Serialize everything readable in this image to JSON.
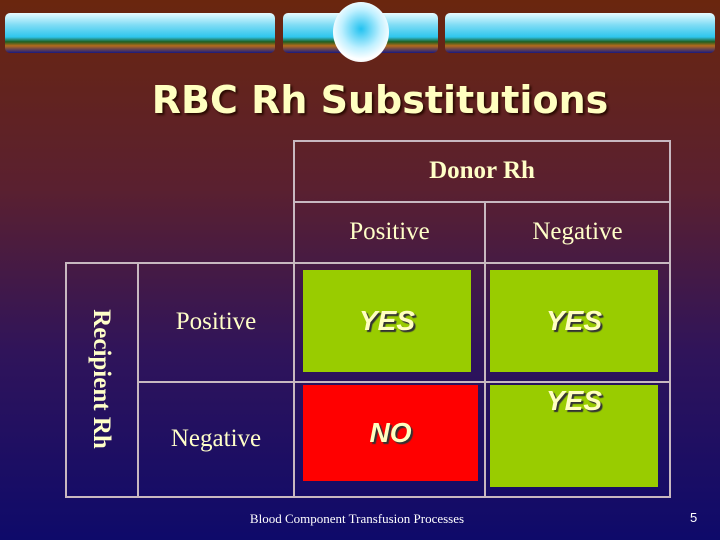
{
  "slide": {
    "title": "RBC Rh Substitutions",
    "footer": "Blood Component Transfusion Processes",
    "page_number": "5"
  },
  "table": {
    "donor_header": "Donor Rh",
    "recipient_header": "Recipient Rh",
    "donor_columns": [
      "Positive",
      "Negative"
    ],
    "recipient_rows": [
      "Positive",
      "Negative"
    ],
    "cells": [
      [
        "YES",
        "YES"
      ],
      [
        "NO",
        "YES"
      ]
    ]
  },
  "colors": {
    "yes": "#99cc00",
    "no": "#ff0000",
    "text": "#ffffc0"
  }
}
